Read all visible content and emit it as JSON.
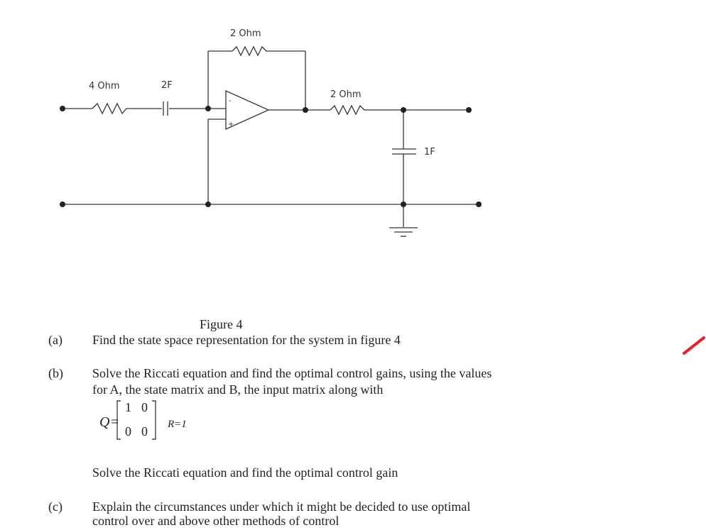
{
  "figure": {
    "labels": {
      "r_feedback": "2 Ohm",
      "r_input": "4 Ohm",
      "c_input": "2F",
      "r_output": "2 Ohm",
      "c_output": "1F",
      "opamp_minus": "-",
      "opamp_plus": "+"
    },
    "caption": "Figure 4"
  },
  "questions": [
    {
      "label": "(a)",
      "lines": [
        "Find the state space representation for the system in figure 4"
      ]
    },
    {
      "label": "(b)",
      "lines": [
        "Solve the Riccati equation and find the optimal control gains, using  the values",
        "for  A, the state matrix and B, the input matrix along with"
      ]
    },
    {
      "label": "(c)",
      "lines": [
        "Explain the circumstances under which it might be decided to use optimal",
        "control over and above other methods of control"
      ]
    }
  ],
  "matrix": {
    "q_label": "Q=",
    "rows": [
      [
        "1",
        "0"
      ],
      [
        "0",
        "0"
      ]
    ],
    "r_label": "R=1"
  },
  "b_followup": "Solve the Riccati equation and find the optimal control gain",
  "annotation_color": "#e8202a"
}
